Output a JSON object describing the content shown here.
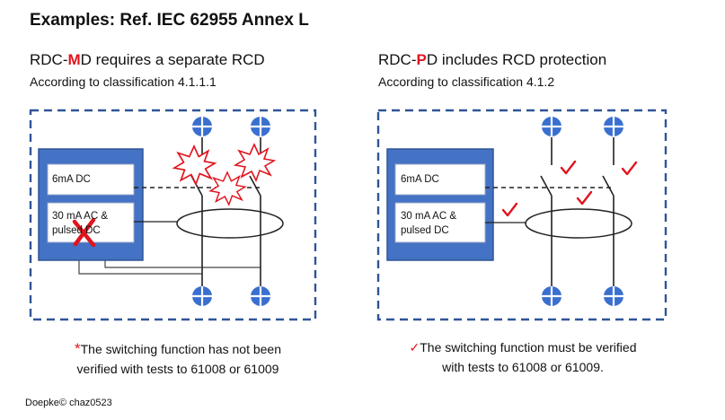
{
  "title": "Examples: Ref. IEC 62955 Annex L",
  "left": {
    "heading_prefix": "RDC-",
    "heading_highlight": "M",
    "heading_suffix": "D requires a separate RCD",
    "subheading": "According to classification 4.1.1.1",
    "box_top_label": "6mA DC",
    "box_bottom_label_1": "30 mA AC &",
    "box_bottom_label_2": "pulsed DC",
    "note_marker": "*",
    "note_line1": "The switching function has not been",
    "note_line2": "verified with tests to 61008 or 61009"
  },
  "right": {
    "heading_prefix": "RDC-",
    "heading_highlight": "P",
    "heading_suffix": "D includes RCD protection",
    "subheading": "According to classification 4.1.2",
    "box_top_label": "6mA DC",
    "box_bottom_label_1": "30 mA AC &",
    "box_bottom_label_2": "pulsed DC",
    "note_marker": "✓",
    "note_line1": "The switching function must be verified",
    "note_line2": "with tests to 61008 or 61009."
  },
  "footer": "Doepke© chaz0523",
  "icons": {
    "terminal": "terminal-circle-icon",
    "fault": "explosion-icon",
    "fail": "red-x-icon",
    "ok": "red-checkmark-icon"
  },
  "colors": {
    "accent_red": "#e0141e",
    "device_blue": "#4472c4",
    "frame_blue": "#2f5597",
    "terminal_blue": "#3a6fd0"
  }
}
